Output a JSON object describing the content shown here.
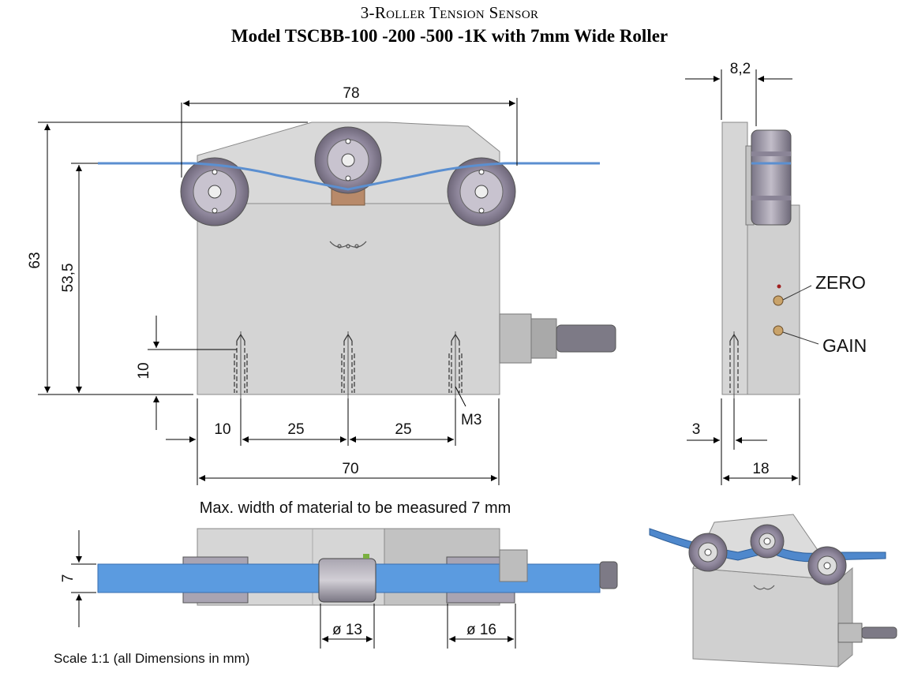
{
  "title": {
    "line1": "3-Roller Tension Sensor",
    "line2": "Model TSCBB-100 -200 -500 -1K with 7mm Wide Roller"
  },
  "dimensions": {
    "overall_width": "78",
    "overall_height": "63",
    "roller_height": "53,5",
    "hole_depth": "10",
    "hole_offset": "10",
    "hole_spacing_1": "25",
    "hole_spacing_2": "25",
    "base_width": "70",
    "thread": "M3",
    "side_roller_width": "8,2",
    "side_hole_offset": "3",
    "side_depth": "18",
    "material_width": "7",
    "center_roller_dia": "ø 13",
    "outer_roller_dia": "ø 16"
  },
  "labels": {
    "zero": "ZERO",
    "gain": "GAIN",
    "max_width_note": "Max. width of material to be measured 7 mm",
    "scale_note": "Scale 1:1 (all Dimensions in mm)"
  },
  "colors": {
    "body": "#d4d4d4",
    "roller": "#8c8498",
    "tape": "#5b9bd5",
    "cable": "#7d7a86"
  }
}
